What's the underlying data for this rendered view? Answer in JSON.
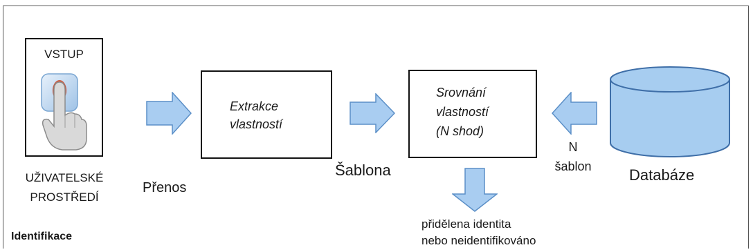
{
  "input": {
    "title": "VSTUP",
    "caption": "UŽIVATELSKÉ\nPROSTŘEDÍ"
  },
  "labels": {
    "transfer": "Přenos",
    "template": "Šablona",
    "n_templates": "N\nšablon",
    "database": "Databáze",
    "result": "přidělena identita\nnebo neidentifikováno",
    "footer": "Identifikace"
  },
  "boxes": {
    "extraction": "Extrakce\nvlastností",
    "comparison": "Srovnání\nvlastností\n(N shod)"
  },
  "icons": [
    "fingertip-touch-icon",
    "database-cylinder-icon",
    "right-arrow-icon",
    "left-arrow-icon",
    "down-arrow-icon"
  ],
  "colors": {
    "arrow_fill": "#a9cdf1",
    "arrow_stroke": "#5b8fc7",
    "db_fill": "#a7cdf0",
    "db_stroke": "#3f6fa8"
  }
}
